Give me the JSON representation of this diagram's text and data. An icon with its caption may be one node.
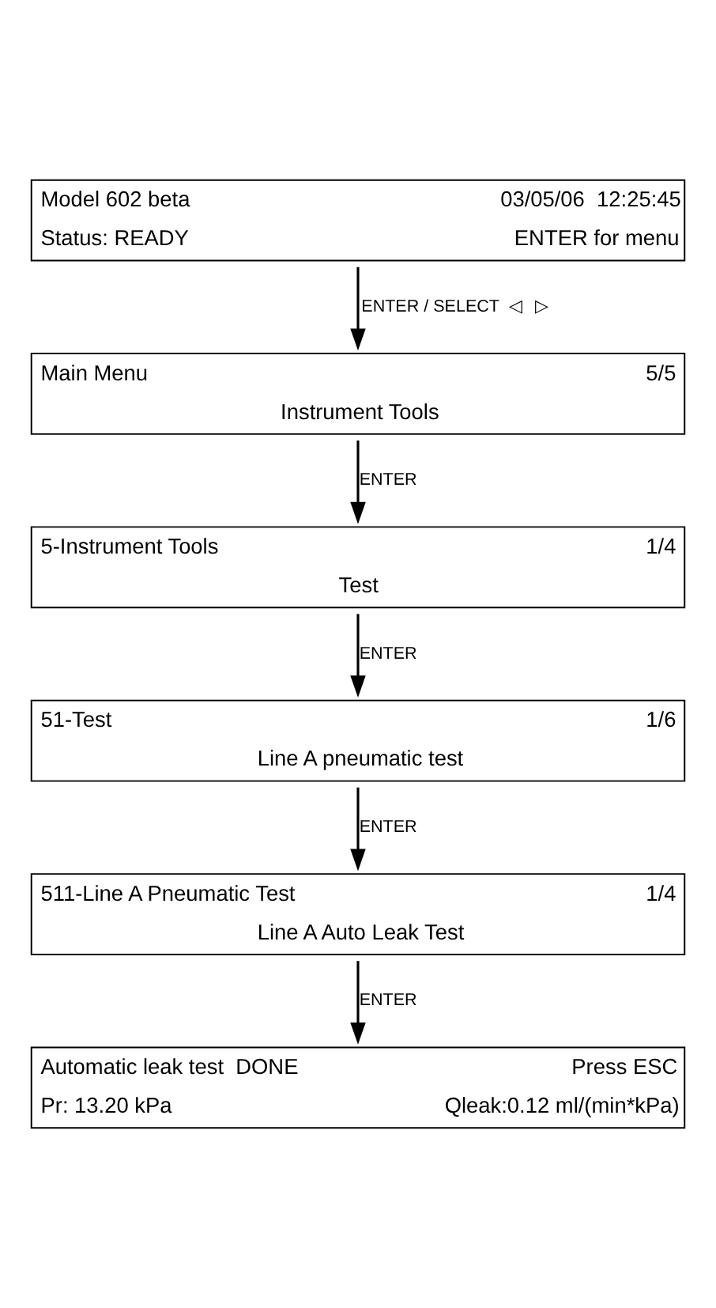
{
  "diagram": {
    "nodes": [
      {
        "text": [
          "Model 602 beta",
          "03/05/06  12:25:45",
          "Status: READY",
          "ENTER for menu"
        ]
      },
      {
        "text": [
          "Main Menu",
          "5/5",
          "Instrument Tools"
        ]
      },
      {
        "text": [
          "5-Instrument Tools",
          "1/4",
          "Test"
        ]
      },
      {
        "text": [
          "51-Test",
          "1/6",
          "Line A pneumatic test"
        ]
      },
      {
        "text": [
          "511-Line A Pneumatic Test",
          "1/4",
          "Line A Auto Leak Test"
        ]
      },
      {
        "text": [
          "Automatic leak test  DONE",
          "Press ESC",
          "Pr: 13.20 kPa",
          "Qleak:0.12 ml/(min*kPa)"
        ]
      }
    ],
    "edges": [
      {
        "from": 0,
        "to": 1,
        "arrow": "to",
        "label": "ENTER / SELECT  ◁   ▷"
      },
      {
        "from": 1,
        "to": 2,
        "arrow": "to",
        "label": "ENTER"
      },
      {
        "from": 2,
        "to": 3,
        "arrow": "to",
        "label": "ENTER"
      },
      {
        "from": 3,
        "to": 4,
        "arrow": "to",
        "label": "ENTER"
      },
      {
        "from": 4,
        "to": 5,
        "arrow": "to",
        "label": "ENTER"
      }
    ]
  }
}
